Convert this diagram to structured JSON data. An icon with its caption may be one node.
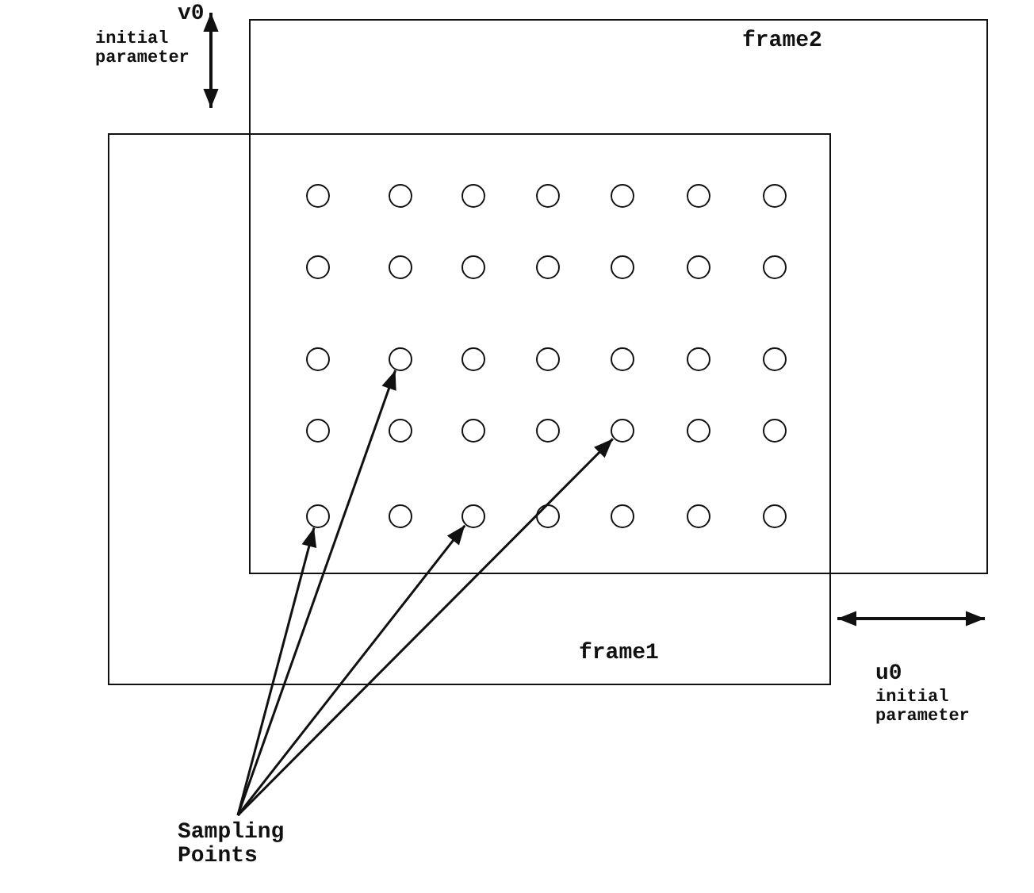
{
  "diagram": {
    "nodes": [
      {
        "text": [
          "frame2"
        ]
      },
      {
        "text": [
          "frame1"
        ]
      },
      {
        "text": [],
        "shape": "circle"
      },
      {
        "text": [],
        "shape": "circle"
      },
      {
        "text": [],
        "shape": "circle"
      },
      {
        "text": [],
        "shape": "circle"
      },
      {
        "text": [],
        "shape": "circle"
      },
      {
        "text": [],
        "shape": "circle"
      },
      {
        "text": [],
        "shape": "circle"
      },
      {
        "text": [],
        "shape": "circle"
      },
      {
        "text": [],
        "shape": "circle"
      },
      {
        "text": [],
        "shape": "circle"
      },
      {
        "text": [],
        "shape": "circle"
      },
      {
        "text": [],
        "shape": "circle"
      },
      {
        "text": [],
        "shape": "circle"
      },
      {
        "text": [],
        "shape": "circle"
      },
      {
        "text": [],
        "shape": "circle"
      },
      {
        "text": [],
        "shape": "circle"
      },
      {
        "text": [],
        "shape": "circle"
      },
      {
        "text": [],
        "shape": "circle"
      },
      {
        "text": [],
        "shape": "circle"
      },
      {
        "text": [],
        "shape": "circle"
      },
      {
        "text": [],
        "shape": "circle"
      },
      {
        "text": [],
        "shape": "circle"
      },
      {
        "text": [],
        "shape": "circle"
      },
      {
        "text": [],
        "shape": "circle"
      },
      {
        "text": [],
        "shape": "circle"
      },
      {
        "text": [],
        "shape": "circle"
      },
      {
        "text": [],
        "shape": "circle"
      },
      {
        "text": [],
        "shape": "circle"
      },
      {
        "text": [],
        "shape": "circle"
      },
      {
        "text": [],
        "shape": "circle"
      },
      {
        "text": [],
        "shape": "circle"
      },
      {
        "text": [],
        "shape": "circle"
      },
      {
        "text": [],
        "shape": "circle"
      },
      {
        "text": [],
        "shape": "circle"
      },
      {
        "text": [],
        "shape": "circle"
      },
      {
        "text": [
          "Sampling Points"
        ]
      }
    ],
    "edges": [
      {
        "from": 37,
        "to": 30,
        "arrow": "to"
      },
      {
        "from": 37,
        "to": 17,
        "arrow": "to"
      },
      {
        "from": 37,
        "to": 32,
        "arrow": "to"
      },
      {
        "from": 37,
        "to": 27,
        "arrow": "to"
      }
    ],
    "labels": [
      "v0",
      "initial parameter",
      "u0",
      "initial parameter"
    ]
  }
}
